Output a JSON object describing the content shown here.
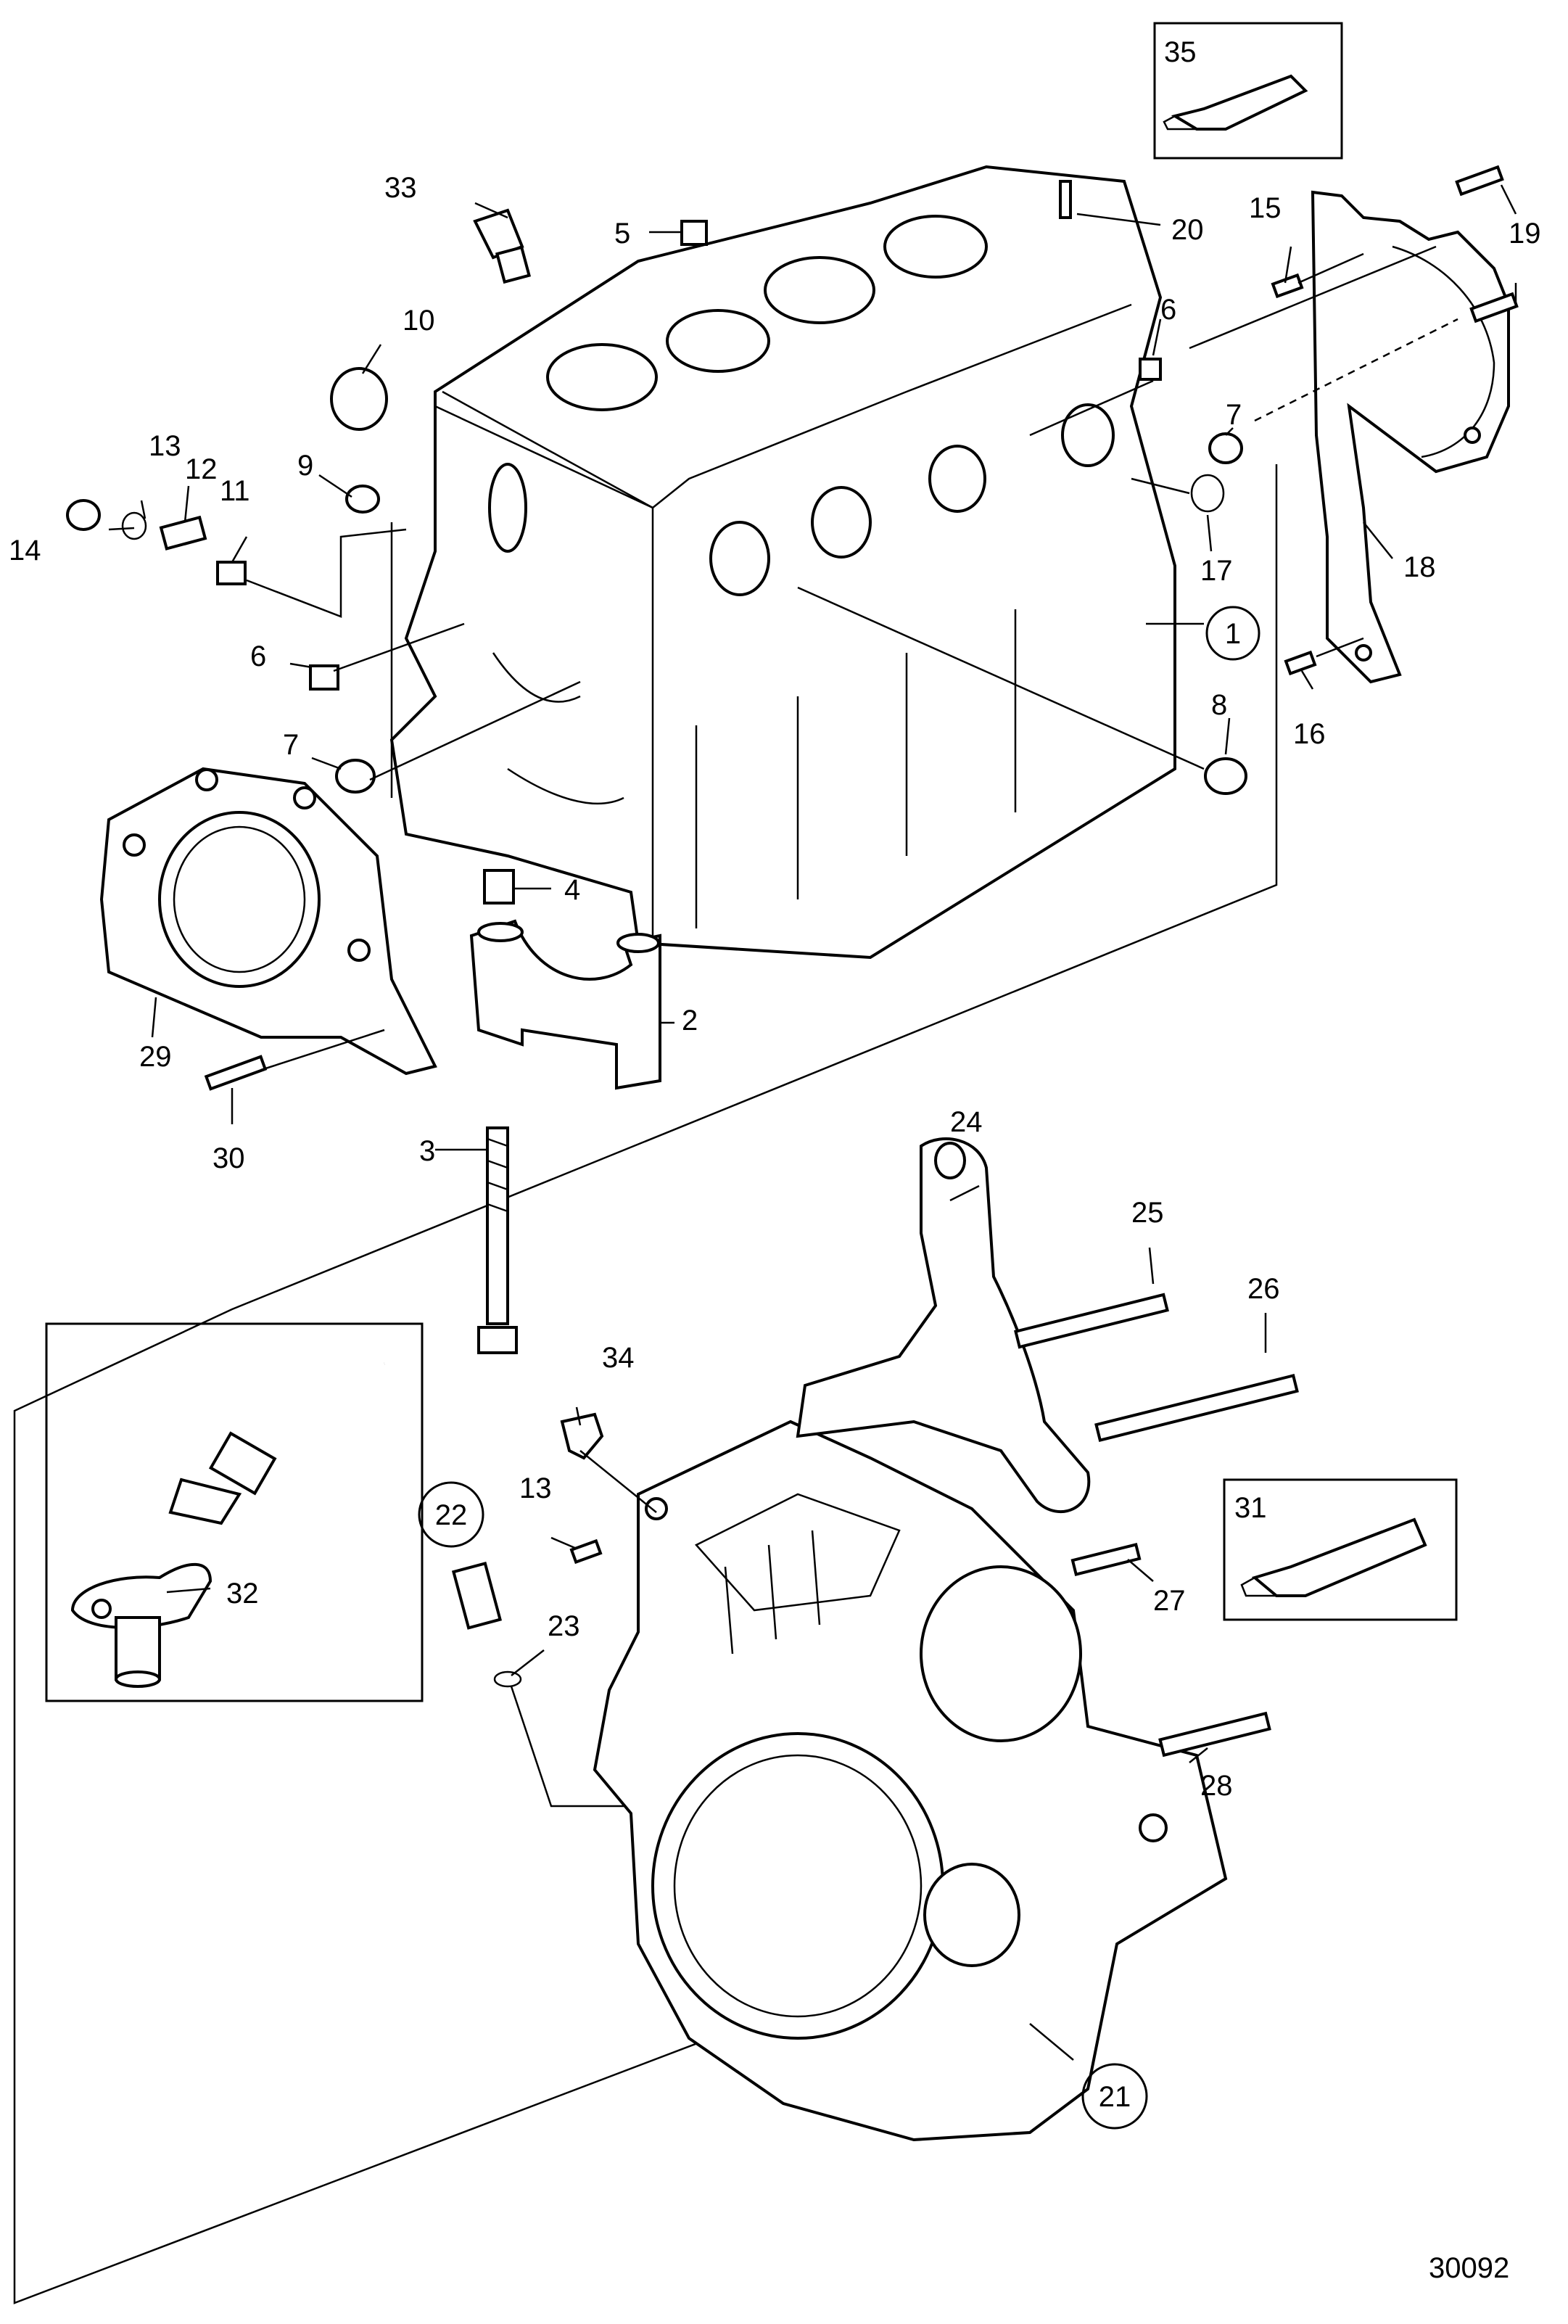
{
  "callouts": {
    "c1": "1",
    "c2": "2",
    "c3": "3",
    "c4": "4",
    "c5": "5",
    "c6a": "6",
    "c6b": "6",
    "c7a": "7",
    "c7b": "7",
    "c8": "8",
    "c9": "9",
    "c10": "10",
    "c11": "11",
    "c12": "12",
    "c13a": "13",
    "c13b": "13",
    "c14": "14",
    "c15": "15",
    "c16": "16",
    "c17": "17",
    "c18": "18",
    "c19": "19",
    "c20": "20",
    "c21": "21",
    "c22": "22",
    "c23": "23",
    "c24": "24",
    "c25": "25",
    "c26": "26",
    "c27": "27",
    "c28": "28",
    "c29": "29",
    "c30": "30",
    "c31": "31",
    "c32": "32",
    "c33": "33",
    "c34": "34",
    "c35": "35"
  },
  "drawing_number": "30092"
}
